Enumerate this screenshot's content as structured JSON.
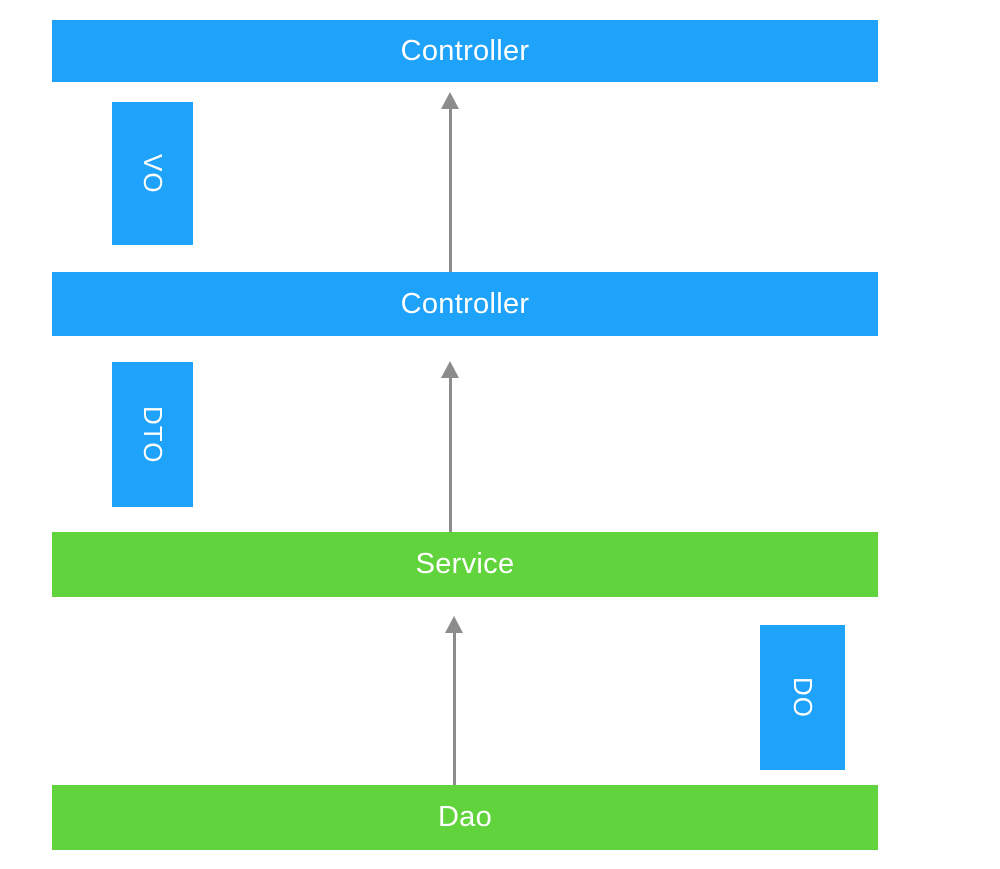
{
  "diagram": {
    "description": "Layered architecture flow diagram",
    "colors": {
      "blue": "#1FA2FA",
      "green": "#61D33C",
      "arrow": "#8C8C8C",
      "label": "#FFFFFF",
      "background": "#FFFFFF"
    },
    "layers": [
      {
        "id": "controller-top",
        "label": "Controller",
        "color": "blue"
      },
      {
        "id": "controller-mid",
        "label": "Controller",
        "color": "blue"
      },
      {
        "id": "service",
        "label": "Service",
        "color": "green"
      },
      {
        "id": "dao",
        "label": "Dao",
        "color": "green"
      }
    ],
    "side_boxes": [
      {
        "id": "vo",
        "label": "VO",
        "color": "blue",
        "side": "left",
        "between": [
          "controller-top",
          "controller-mid"
        ]
      },
      {
        "id": "dto",
        "label": "DTO",
        "color": "blue",
        "side": "left",
        "between": [
          "controller-mid",
          "service"
        ]
      },
      {
        "id": "do",
        "label": "DO",
        "color": "blue",
        "side": "right",
        "between": [
          "service",
          "dao"
        ]
      }
    ],
    "arrows": [
      {
        "from": "controller-mid",
        "to": "controller-top",
        "direction": "up"
      },
      {
        "from": "service",
        "to": "controller-mid",
        "direction": "up"
      },
      {
        "from": "dao",
        "to": "service",
        "direction": "up"
      }
    ]
  }
}
